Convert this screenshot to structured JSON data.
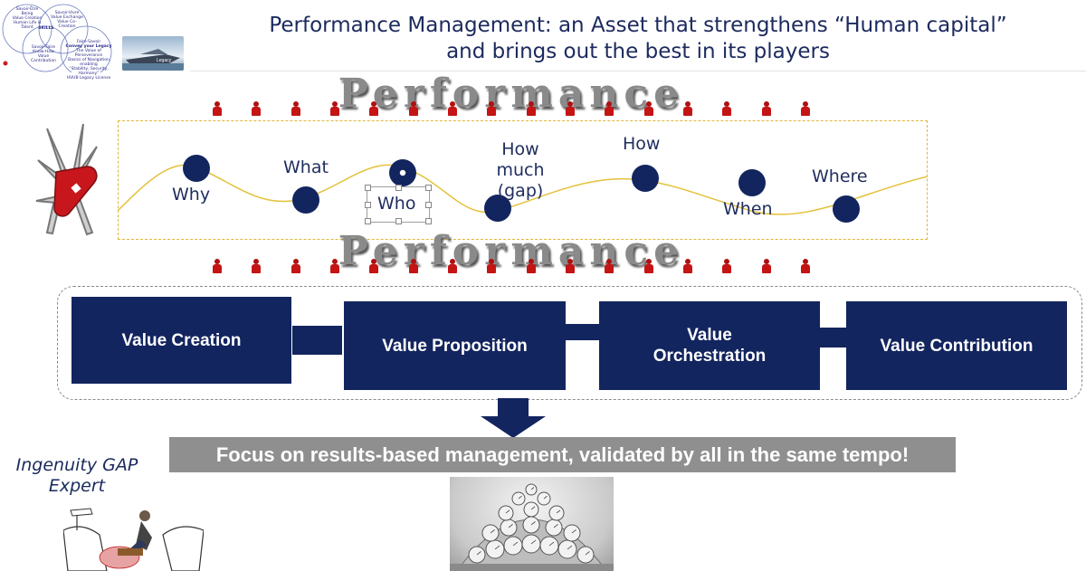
{
  "header": {
    "title_line1": "Performance Management: an Asset that strengthens “Human capital”",
    "title_line2": "and brings out the best in its players"
  },
  "logo": {
    "circles": [
      {
        "title": "Savoir-Être",
        "lines": [
          "Being",
          "Value Creation",
          "Human Life &",
          "Talent"
        ]
      },
      {
        "title": "Savoir-Vivre",
        "lines": [
          "Value Exchange",
          "Value Co-Creation"
        ]
      },
      {
        "title": "Savoir-Faire",
        "lines": [
          "Know-How",
          "Value Contribution"
        ]
      }
    ],
    "center": "SKILLS",
    "side_title": "Faire-Savoir",
    "side_lines": [
      "Convey your Legacy",
      "The Value of Perseverance",
      "Basics of Navigation enabling",
      "“Stability, Security, Harmony”",
      "HVUB Legacy License"
    ],
    "boat_label": "Legacy"
  },
  "banner_word": "Performance",
  "wave_labels": [
    "Why",
    "What",
    "Who",
    "How much\n(gap)",
    "How",
    "When",
    "Where"
  ],
  "value_blocks": [
    "Value Creation",
    "Value Proposition",
    "Value\nOrchestration",
    "Value Contribution"
  ],
  "focus_text": "Focus on results-based management, validated by all in the same tempo!",
  "ingenuity_label": "Ingenuity GAP\nExpert",
  "colors": {
    "navy": "#13255f",
    "gold_dash": "#e0b63a",
    "gray_bar": "#8f8f8f",
    "wave": "#e3c23c"
  }
}
